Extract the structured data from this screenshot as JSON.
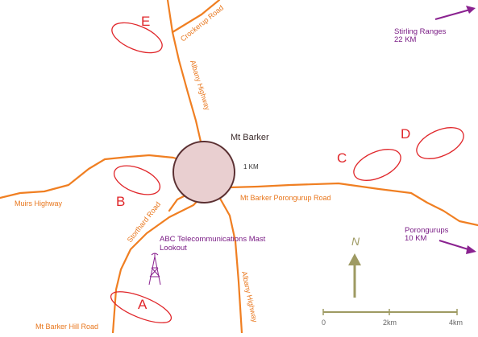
{
  "town": {
    "name": "Mt Barker",
    "radius_label": "1 KM"
  },
  "roads": {
    "crockerup": "Crockerup Road",
    "albany_north": "Albany Highway",
    "albany_south": "Albany Highway",
    "muirs": "Muirs Highway",
    "porongurup_rd": "Mt Barker Porongurup Road",
    "storthard": "Storthard Road",
    "hill_road": "Mt Barker Hill Road"
  },
  "destinations": {
    "stirling": {
      "name": "Stirling Ranges",
      "distance": "22 KM"
    },
    "porongurups": {
      "name": "Porongurups",
      "distance": "10 KM"
    }
  },
  "landmark": {
    "line1": "ABC Telecommunications Mast",
    "line2": "Lookout",
    "icon": "radio-mast-icon"
  },
  "zones": [
    "A",
    "B",
    "C",
    "D",
    "E"
  ],
  "north": "N",
  "scale": {
    "ticks": [
      "0",
      "2km",
      "4km"
    ]
  },
  "colors": {
    "road": "#f07f22",
    "zone": "#e0262a",
    "town_fill": "#e9cfd0",
    "town_stroke": "#5b3032",
    "place": "#7a1c85",
    "north_arrow": "#9e9a62"
  }
}
